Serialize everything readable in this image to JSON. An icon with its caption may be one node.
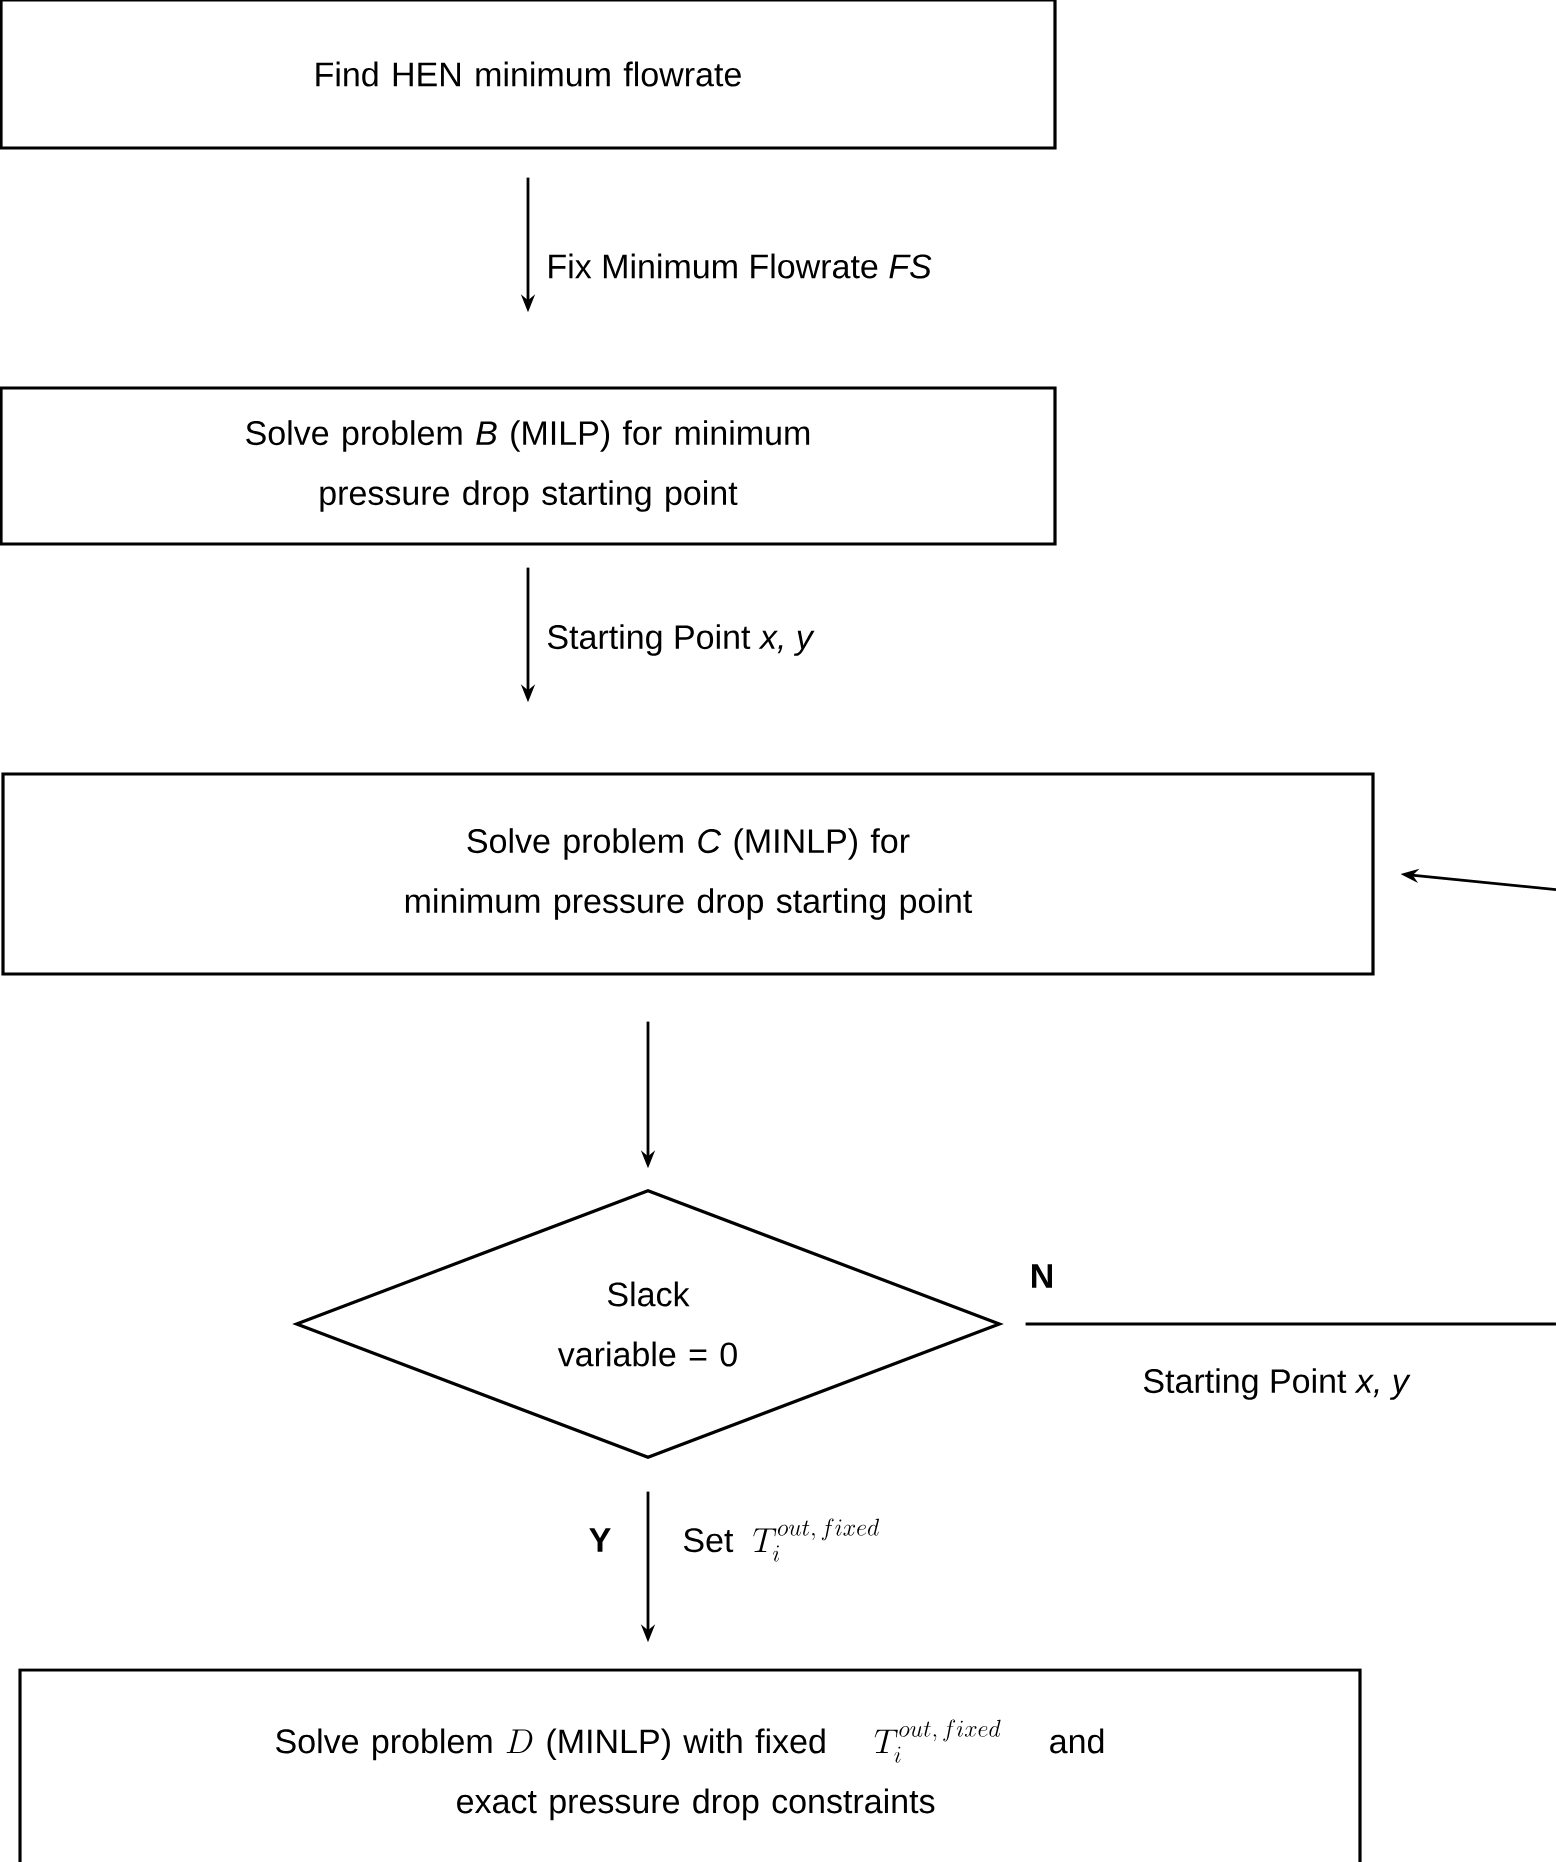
{
  "diagram": {
    "nodes": [
      {
        "text": [
          "Find HEN minimum flowrate"
        ]
      },
      {
        "text": [
          "Solve problem *B* (MILP) for minimum pressure drop starting point"
        ]
      },
      {
        "text": [
          "Solve problem *C* (MINLP) for minimum pressure drop starting point"
        ]
      },
      {
        "text": [
          "Slack variable = 0"
        ]
      },
      {
        "text": [
          "\\text{Solve problem }D\\text{ (MINLP) with fixed }\\;T_i^{out,\\,fixed}\\;\\text{ and}\\allowbreak\\text{ exact pressure drop constraints}"
        ]
      }
    ],
    "edges": [
      {
        "from": 0,
        "to": 1,
        "arrow": "to",
        "label": "Fix Minimum Flowrate *FS*"
      },
      {
        "from": 1,
        "to": 2,
        "arrow": "to",
        "label": "Starting Point *x, y*"
      },
      {
        "from": 2,
        "to": 3,
        "arrow": "to"
      },
      {
        "from": 3,
        "to": 2,
        "arrow": "to",
        "label": "Starting Point *x, y*"
      },
      {
        "from": 3,
        "to": 4,
        "arrow": "to",
        "label": "\\text{Set }\\;T_i^{out,\\,fixed}"
      }
    ],
    "labels": [
      "N",
      "Y"
    ]
  }
}
